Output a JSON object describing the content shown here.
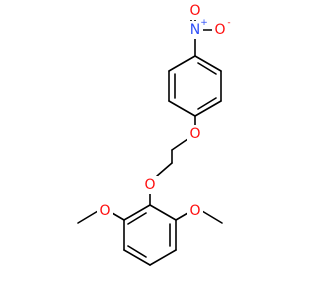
{
  "colors": {
    "bond": "#000000",
    "oxygen": "#ff0d0d",
    "nitrogen": "#3050f8"
  },
  "atoms": {
    "nitro_o_top": {
      "label": "O",
      "charge": "",
      "element": "oxygen"
    },
    "nitro_n": {
      "label": "N",
      "charge": "+",
      "element": "nitrogen"
    },
    "nitro_o_right": {
      "label": "O",
      "charge": "-",
      "element": "oxygen"
    },
    "ether_o_upper": {
      "label": "O",
      "charge": "",
      "element": "oxygen"
    },
    "ether_o_lower": {
      "label": "O",
      "charge": "",
      "element": "oxygen"
    },
    "methoxy_o_left": {
      "label": "O",
      "charge": "",
      "element": "oxygen"
    },
    "methoxy_o_right": {
      "label": "O",
      "charge": "",
      "element": "oxygen"
    }
  }
}
